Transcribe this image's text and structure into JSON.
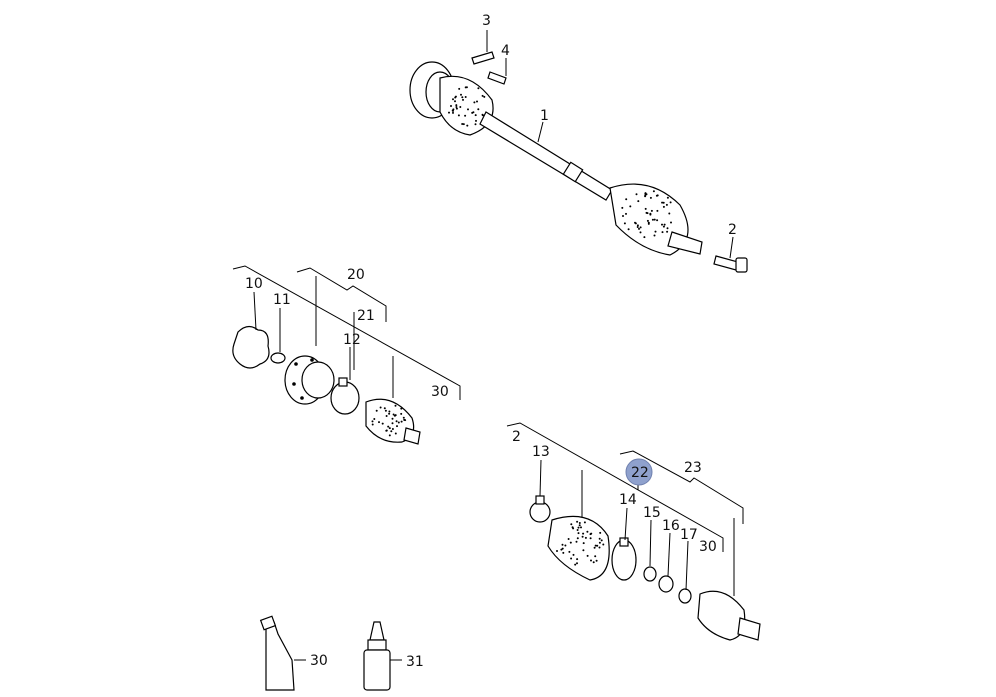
{
  "callouts": {
    "c1": "1",
    "c2a": "2",
    "c3": "3",
    "c4": "4",
    "c10": "10",
    "c11": "11",
    "c12": "12",
    "c20": "20",
    "c21": "21",
    "c30a": "30",
    "c2b": "2",
    "c13": "13",
    "c14": "14",
    "c15": "15",
    "c16": "16",
    "c17": "17",
    "c22": "22",
    "c23": "23",
    "c30b": "30",
    "c30c": "30",
    "c31": "31"
  },
  "highlight": {
    "color": "#8fa1cd",
    "label": "22"
  }
}
